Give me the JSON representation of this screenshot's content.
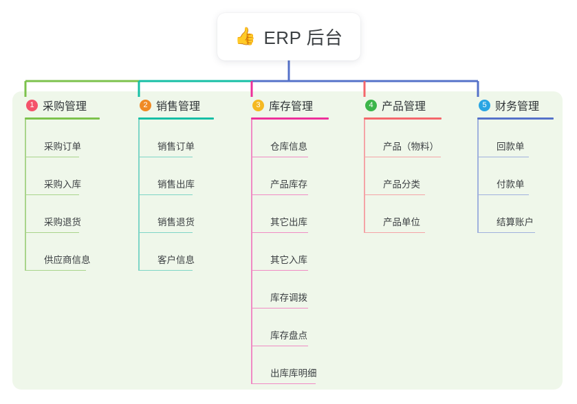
{
  "diagram": {
    "type": "tree-mindmap",
    "root": {
      "icon": "thumbs-up-icon",
      "emoji": "👍",
      "label": "ERP 后台"
    },
    "panel_color": "#eff7ea",
    "bus": {
      "segments": [
        {
          "name": "green-segment",
          "color": "#7cc24c"
        },
        {
          "name": "teal-segment",
          "color": "#16bfa5"
        },
        {
          "name": "blue-segment",
          "color": "#5471c9"
        }
      ],
      "root_drop_color": "#5471c9"
    },
    "columns": [
      {
        "number": "1",
        "title": "采购管理",
        "badge_color": "#f4536b",
        "rule_color": "#7cc24c",
        "leaf_rule_color": "#a8d48a",
        "spine_color": "#a8d48a",
        "drop_color": "#7cc24c",
        "items": [
          "采购订单",
          "采购入库",
          "采购退货",
          "供应商信息"
        ]
      },
      {
        "number": "2",
        "title": "销售管理",
        "badge_color": "#f08a24",
        "rule_color": "#16bfa5",
        "leaf_rule_color": "#7dd5c6",
        "spine_color": "#7dd5c6",
        "drop_color": "#16bfa5",
        "items": [
          "销售订单",
          "销售出库",
          "销售退货",
          "客户信息"
        ]
      },
      {
        "number": "3",
        "title": "库存管理",
        "badge_color": "#f5b921",
        "rule_color": "#ed2f9a",
        "leaf_rule_color": "#f08ac4",
        "spine_color": "#f08ac4",
        "drop_color": "#ed2f9a",
        "items": [
          "仓库信息",
          "产品库存",
          "其它出库",
          "其它入库",
          "库存调拨",
          "库存盘点",
          "出库库明细"
        ]
      },
      {
        "number": "4",
        "title": "产品管理",
        "badge_color": "#3cb54a",
        "rule_color": "#f4666b",
        "leaf_rule_color": "#f5a3a6",
        "spine_color": "#f5a3a6",
        "drop_color": "#f4666b",
        "items": [
          "产品（物料）",
          "产品分类",
          "产品单位"
        ]
      },
      {
        "number": "5",
        "title": "财务管理",
        "badge_color": "#29a5e3",
        "rule_color": "#5471c9",
        "leaf_rule_color": "#9fb0dd",
        "spine_color": "#9fb0dd",
        "drop_color": "#5471c9",
        "items": [
          "回款单",
          "付款单",
          "结算账户"
        ]
      }
    ]
  }
}
